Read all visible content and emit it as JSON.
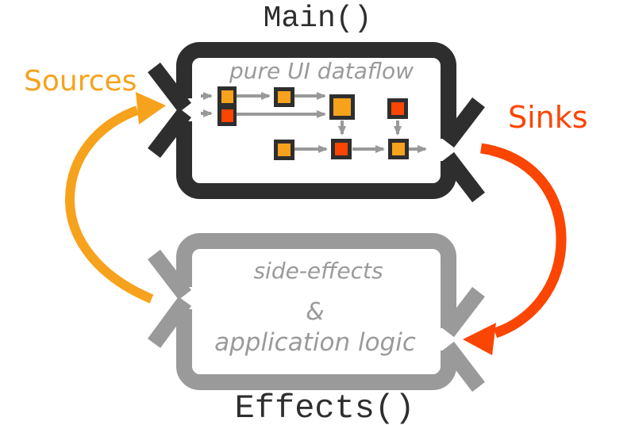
{
  "palette": {
    "dark": "#2e2e2e",
    "gray": "#9a9a9a",
    "arrow": "#999999",
    "orange": "#f7a21c",
    "red": "#fb4502",
    "background": "#ffffff"
  },
  "titles": {
    "main": "Main()",
    "effects": "Effects()"
  },
  "labels": {
    "sources": "Sources",
    "sinks": "Sinks"
  },
  "main_box": {
    "caption": "pure UI dataflow"
  },
  "effects_box": {
    "line1": "side-effects",
    "line2": "&",
    "line3": "application logic"
  },
  "diagram": {
    "nodes": [
      {
        "id": "node-1",
        "color": "orange"
      },
      {
        "id": "node-2",
        "color": "red"
      },
      {
        "id": "node-3",
        "color": "orange"
      },
      {
        "id": "node-4",
        "color": "orange"
      },
      {
        "id": "node-5",
        "color": "red"
      },
      {
        "id": "node-6",
        "color": "orange"
      },
      {
        "id": "node-7",
        "color": "red"
      },
      {
        "id": "node-8",
        "color": "orange"
      }
    ]
  }
}
